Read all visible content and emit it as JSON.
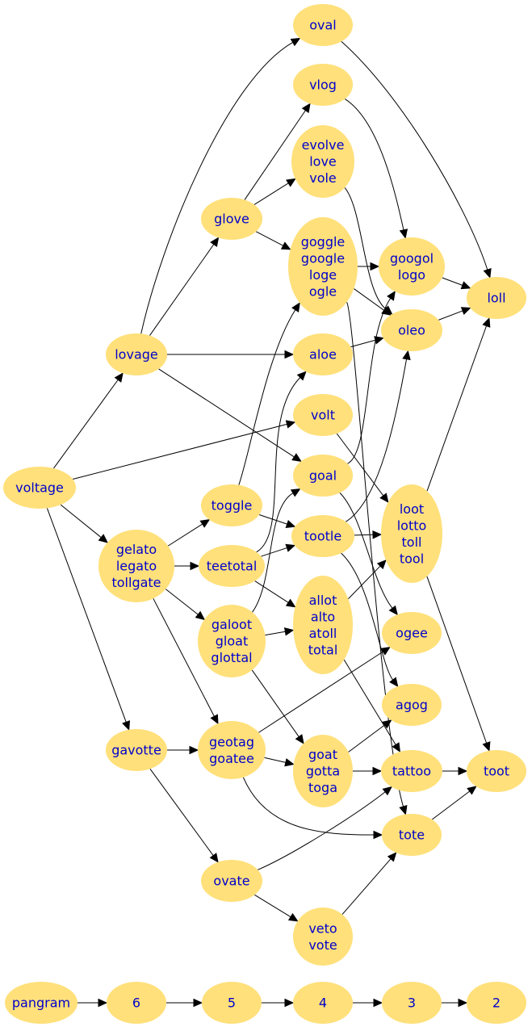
{
  "nodes": [
    {
      "id": "oval",
      "lines": [
        "oval"
      ]
    },
    {
      "id": "vlog",
      "lines": [
        "vlog"
      ]
    },
    {
      "id": "evolve",
      "lines": [
        "evolve",
        "love",
        "vole"
      ]
    },
    {
      "id": "glove",
      "lines": [
        "glove"
      ]
    },
    {
      "id": "goggle",
      "lines": [
        "goggle",
        "google",
        "loge",
        "ogle"
      ]
    },
    {
      "id": "googol",
      "lines": [
        "googol",
        "logo"
      ]
    },
    {
      "id": "loll",
      "lines": [
        "loll"
      ]
    },
    {
      "id": "oleo",
      "lines": [
        "oleo"
      ]
    },
    {
      "id": "lovage",
      "lines": [
        "lovage"
      ]
    },
    {
      "id": "aloe",
      "lines": [
        "aloe"
      ]
    },
    {
      "id": "volt",
      "lines": [
        "volt"
      ]
    },
    {
      "id": "voltage",
      "lines": [
        "voltage"
      ]
    },
    {
      "id": "goal",
      "lines": [
        "goal"
      ]
    },
    {
      "id": "toggle",
      "lines": [
        "toggle"
      ]
    },
    {
      "id": "loot",
      "lines": [
        "loot",
        "lotto",
        "toll",
        "tool"
      ]
    },
    {
      "id": "tootle",
      "lines": [
        "tootle"
      ]
    },
    {
      "id": "gelato",
      "lines": [
        "gelato",
        "legato",
        "tollgate"
      ]
    },
    {
      "id": "teetotal",
      "lines": [
        "teetotal"
      ]
    },
    {
      "id": "allot",
      "lines": [
        "allot",
        "alto",
        "atoll",
        "total"
      ]
    },
    {
      "id": "galoot",
      "lines": [
        "galoot",
        "gloat",
        "glottal"
      ]
    },
    {
      "id": "ogee",
      "lines": [
        "ogee"
      ]
    },
    {
      "id": "agog",
      "lines": [
        "agog"
      ]
    },
    {
      "id": "gavotte",
      "lines": [
        "gavotte"
      ]
    },
    {
      "id": "geotag",
      "lines": [
        "geotag",
        "goatee"
      ]
    },
    {
      "id": "goat",
      "lines": [
        "goat",
        "gotta",
        "toga"
      ]
    },
    {
      "id": "tattoo",
      "lines": [
        "tattoo"
      ]
    },
    {
      "id": "toot",
      "lines": [
        "toot"
      ]
    },
    {
      "id": "tote",
      "lines": [
        "tote"
      ]
    },
    {
      "id": "ovate",
      "lines": [
        "ovate"
      ]
    },
    {
      "id": "veto",
      "lines": [
        "veto",
        "vote"
      ]
    },
    {
      "id": "pangram",
      "lines": [
        "pangram"
      ]
    },
    {
      "id": "rank6",
      "lines": [
        "6"
      ]
    },
    {
      "id": "rank5",
      "lines": [
        "5"
      ]
    },
    {
      "id": "rank4",
      "lines": [
        "4"
      ]
    },
    {
      "id": "rank3",
      "lines": [
        "3"
      ]
    },
    {
      "id": "rank2",
      "lines": [
        "2"
      ]
    }
  ],
  "edges": [
    [
      "voltage",
      "lovage"
    ],
    [
      "voltage",
      "volt"
    ],
    [
      "voltage",
      "gelato"
    ],
    [
      "voltage",
      "gavotte"
    ],
    [
      "lovage",
      "oval"
    ],
    [
      "lovage",
      "glove"
    ],
    [
      "lovage",
      "aloe"
    ],
    [
      "lovage",
      "goal"
    ],
    [
      "glove",
      "vlog"
    ],
    [
      "glove",
      "evolve"
    ],
    [
      "glove",
      "goggle"
    ],
    [
      "oval",
      "loll"
    ],
    [
      "vlog",
      "googol"
    ],
    [
      "evolve",
      "oleo"
    ],
    [
      "goggle",
      "googol"
    ],
    [
      "goggle",
      "oleo"
    ],
    [
      "goggle",
      "tote"
    ],
    [
      "googol",
      "loll"
    ],
    [
      "oleo",
      "loll"
    ],
    [
      "aloe",
      "oleo"
    ],
    [
      "volt",
      "loot"
    ],
    [
      "goal",
      "googol"
    ],
    [
      "goal",
      "ogee"
    ],
    [
      "toggle",
      "goggle"
    ],
    [
      "toggle",
      "tootle"
    ],
    [
      "tootle",
      "oleo"
    ],
    [
      "tootle",
      "loot"
    ],
    [
      "tootle",
      "agog"
    ],
    [
      "loot",
      "loll"
    ],
    [
      "loot",
      "toot"
    ],
    [
      "gelato",
      "toggle"
    ],
    [
      "gelato",
      "teetotal"
    ],
    [
      "gelato",
      "galoot"
    ],
    [
      "gelato",
      "geotag"
    ],
    [
      "teetotal",
      "aloe"
    ],
    [
      "teetotal",
      "tootle"
    ],
    [
      "teetotal",
      "allot"
    ],
    [
      "galoot",
      "goal"
    ],
    [
      "galoot",
      "allot"
    ],
    [
      "galoot",
      "goat"
    ],
    [
      "allot",
      "loot"
    ],
    [
      "allot",
      "tattoo"
    ],
    [
      "gavotte",
      "geotag"
    ],
    [
      "gavotte",
      "ovate"
    ],
    [
      "geotag",
      "ogee"
    ],
    [
      "geotag",
      "goat"
    ],
    [
      "geotag",
      "tote"
    ],
    [
      "goat",
      "agog"
    ],
    [
      "goat",
      "tattoo"
    ],
    [
      "tattoo",
      "toot"
    ],
    [
      "tote",
      "toot"
    ],
    [
      "ovate",
      "tattoo"
    ],
    [
      "ovate",
      "veto"
    ],
    [
      "veto",
      "tote"
    ],
    [
      "pangram",
      "rank6"
    ],
    [
      "rank6",
      "rank5"
    ],
    [
      "rank5",
      "rank4"
    ],
    [
      "rank4",
      "rank3"
    ],
    [
      "rank3",
      "rank2"
    ]
  ]
}
